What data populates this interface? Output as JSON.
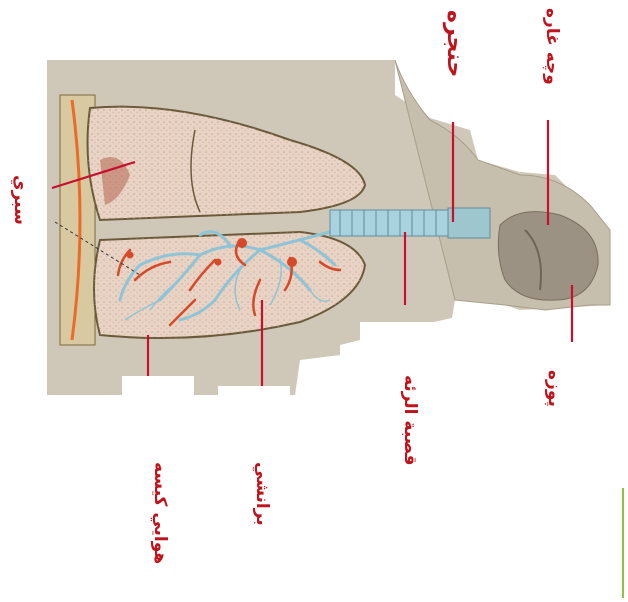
{
  "diagram": {
    "labels": {
      "trachea": "قصبة الرئه",
      "pharynx": "وچه غاره",
      "larynx": "حنجره",
      "nasal": "پوزه",
      "bronchi": "برانشي",
      "pleura": "سبري",
      "alveoli": "هوايي كيسه"
    },
    "colors": {
      "label": "#c0141c",
      "leader_line": "#c8102e",
      "lung_fill": "#e8d3c4",
      "lung_outline": "#6b5a3a",
      "bronchi_blue": "#8fc4d6",
      "vessel_red": "#d64a2a",
      "background_tissue": "#cfc8b8",
      "accent_bar": "#8cc63f"
    }
  }
}
